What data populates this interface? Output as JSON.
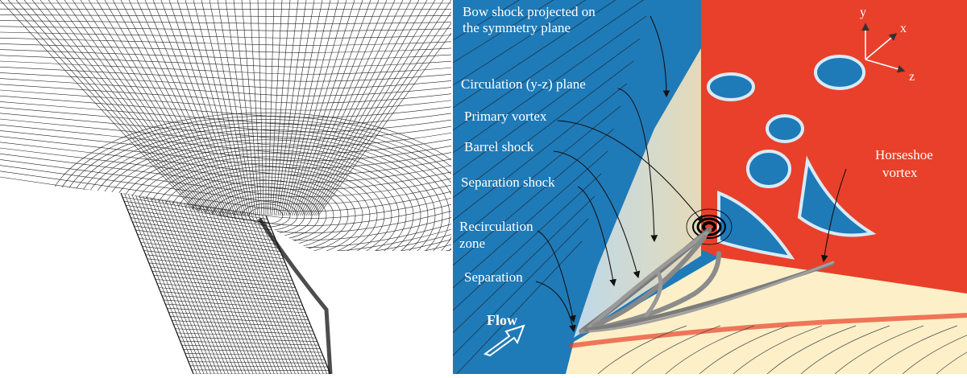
{
  "flow_panel": {
    "labels": {
      "bow_shock": [
        "Bow shock projected on",
        "the symmetry plane"
      ],
      "circulation_plane": "Circulation (y-z) plane",
      "primary_vortex": "Primary vortex",
      "barrel_shock": "Barrel shock",
      "separation_shock": "Separation shock",
      "recirculation_zone": [
        "Recirculation",
        "zone"
      ],
      "separation": "Separation",
      "horseshoe_vortex": [
        "Horseshoe",
        "vortex"
      ],
      "flow": "Flow"
    },
    "axes": {
      "y": "y",
      "x": "x",
      "z": "z"
    },
    "colors": {
      "crossflow_blue": "#1f7ab8",
      "upwash_red": "#e8402a",
      "shock_light": "#fbe9bf",
      "wall_cream": "#fdf0c8",
      "vortex_grey": "#8c8c8c"
    }
  }
}
